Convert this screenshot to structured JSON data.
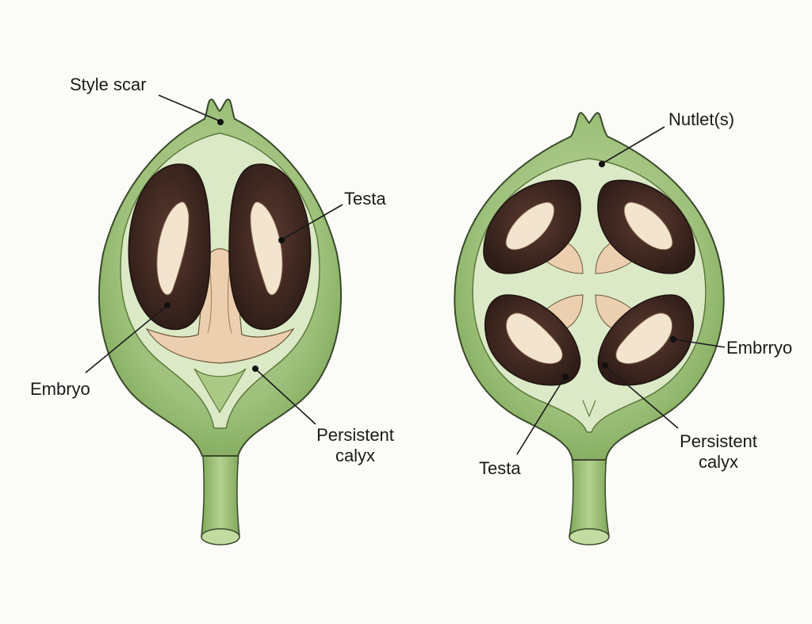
{
  "left_figure": {
    "labels": {
      "style_scar": "Style scar",
      "testa": "Testa",
      "embryo": "Embryo",
      "persistent_calyx_line1": "Persistent",
      "persistent_calyx_line2": "calyx"
    }
  },
  "right_figure": {
    "labels": {
      "nutlets": "Nutlet(s)",
      "embryo": "Embrryo",
      "testa": "Testa",
      "persistent_calyx_line1": "Persistent",
      "persistent_calyx_line2": "calyx"
    }
  },
  "colors": {
    "background": "#fbfbf8",
    "outer_green": "#9dc07a",
    "outer_green_dark": "#6f9a4c",
    "inner_green": "#d9e8c4",
    "seed_coat": "#3d2620",
    "embryo_cream": "#f2e2cc",
    "tissue_peach": "#eccfae",
    "outline": "#3a4a2a"
  }
}
